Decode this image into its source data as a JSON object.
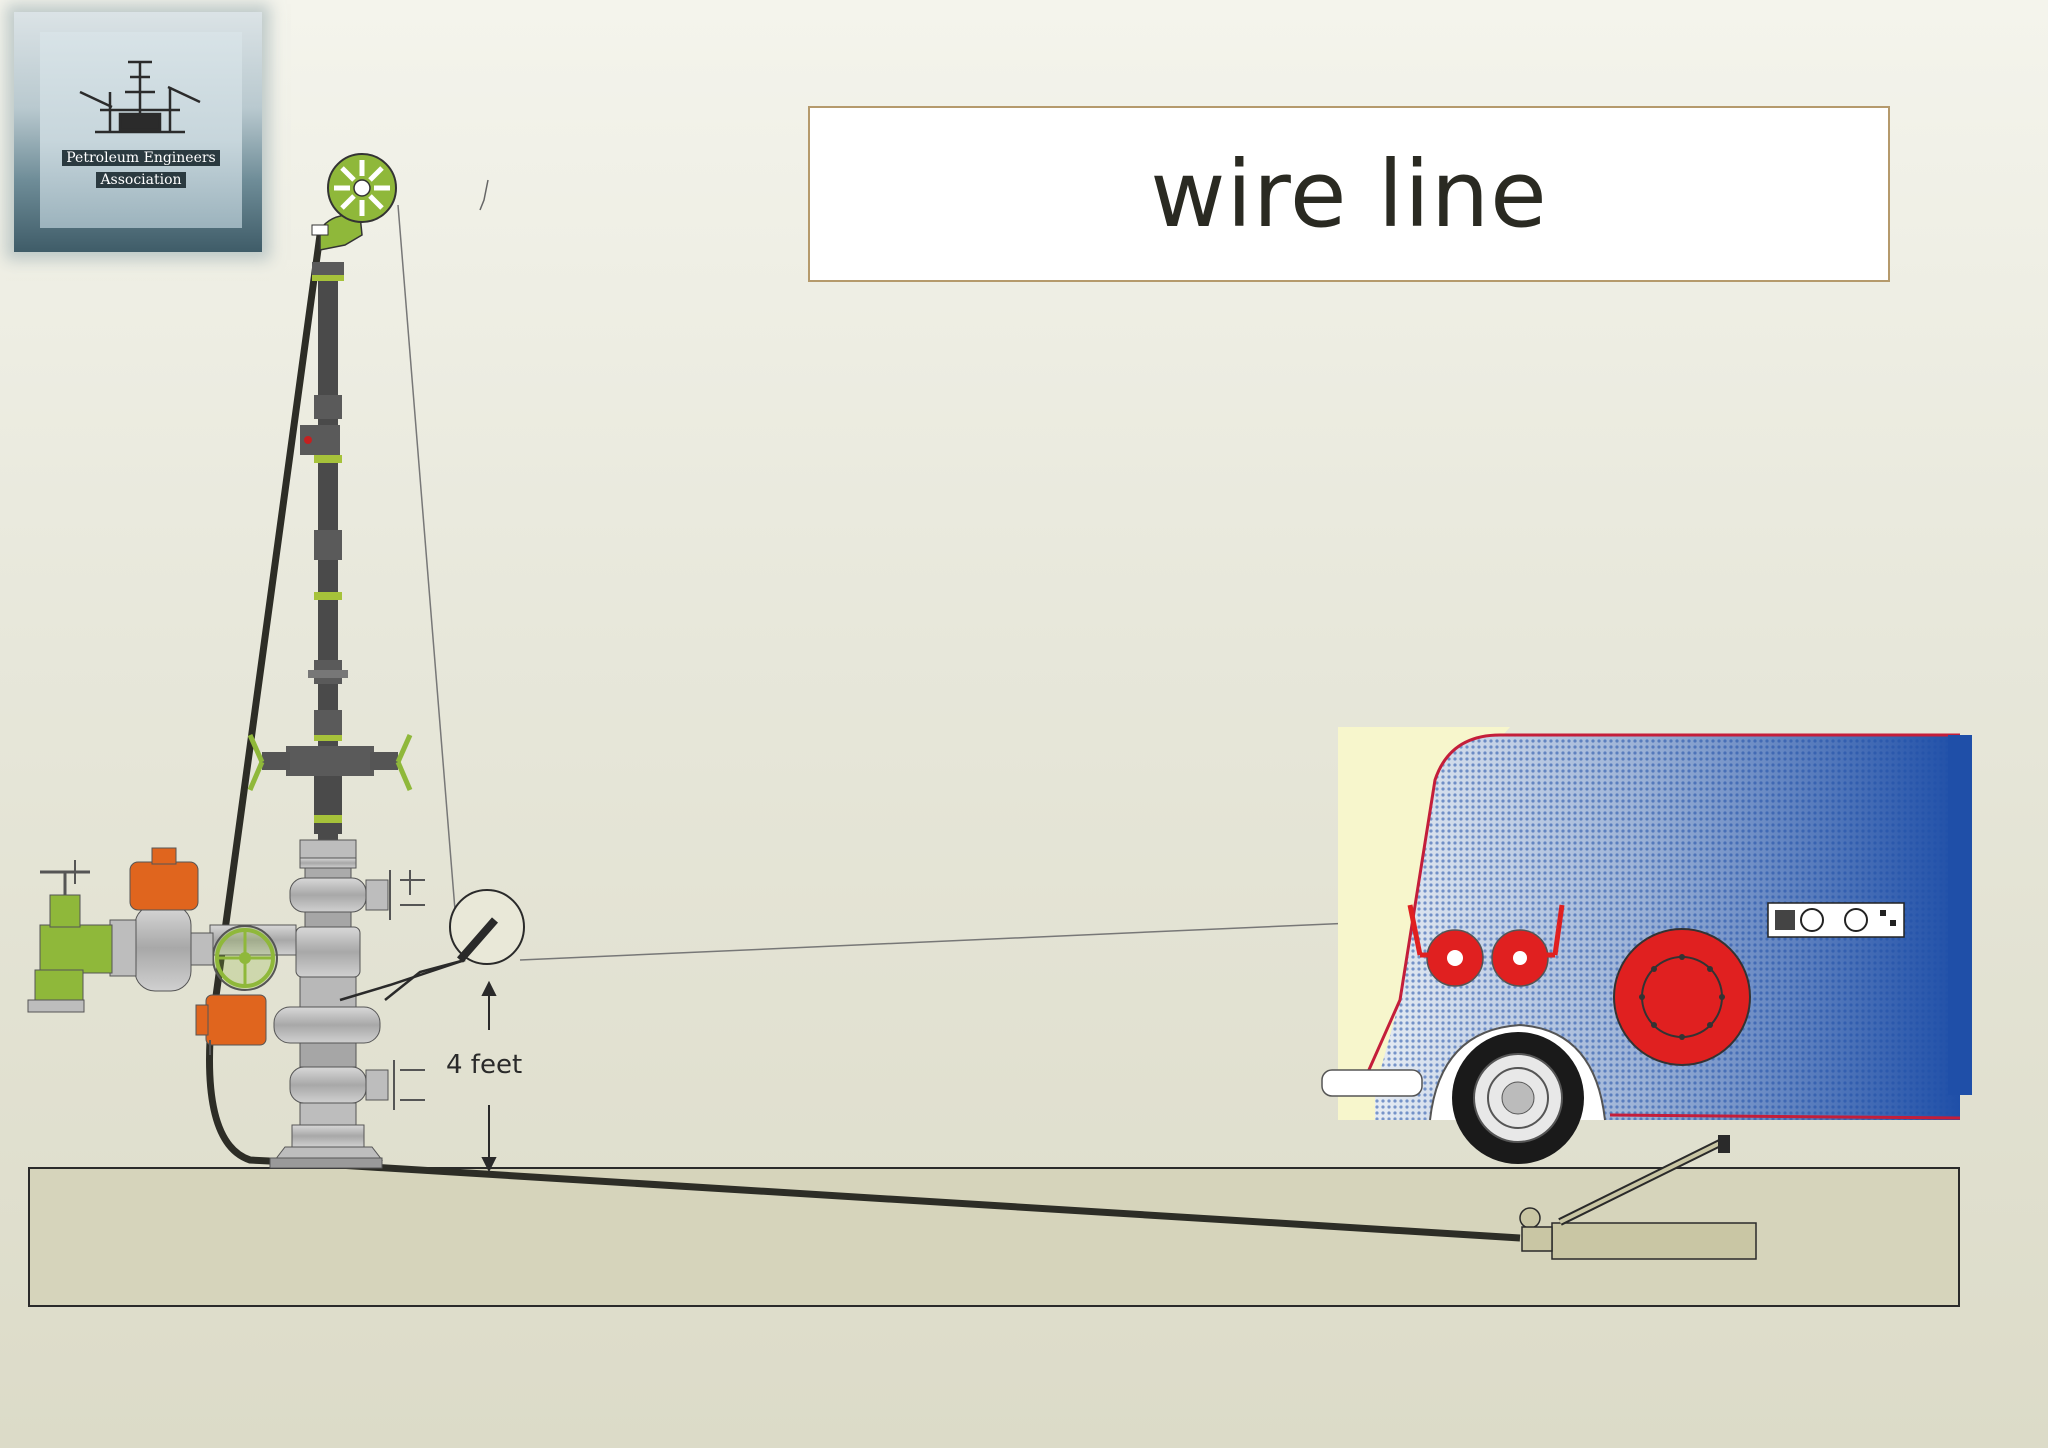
{
  "title": "wire line",
  "logo": {
    "line1": "Petroleum Engineers",
    "line2": "Association"
  },
  "annotation": {
    "height_label": "4 feet"
  },
  "colors": {
    "equipment_gray": "#7d7d7d",
    "valve_green": "#8fb83a",
    "valve_orange": "#e0651e",
    "truck_red": "#e02020",
    "truck_blue": "#1f4fa8",
    "ground": "#d6d4bb",
    "title_border": "#b59a6c"
  },
  "icons": [
    "offshore-rig-icon",
    "sheave-wheel-icon",
    "weight-indicator-icon",
    "reel-drum-icon",
    "control-panel-icon",
    "hydraulic-pump-icon"
  ]
}
